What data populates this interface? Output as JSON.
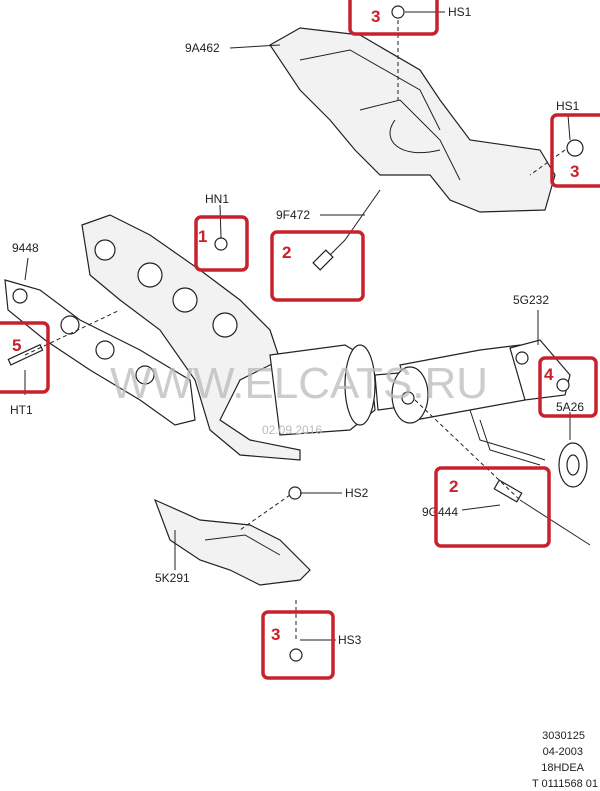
{
  "diagram": {
    "part_labels": {
      "hs1_top": "HS1",
      "heat_shield_upper": "9A462",
      "hs1_right": "HS1",
      "hn1": "HN1",
      "sensor_upper": "9F472",
      "gasket": "9448",
      "pipe_5g232": "5G232",
      "part_5a26": "5A26",
      "ht1": "HT1",
      "hs2": "HS2",
      "sensor_lower": "9G444",
      "heat_shield_lower": "5K291",
      "hs3": "HS3"
    },
    "callouts": {
      "hs1_top": "3",
      "hs1_right": "3",
      "hn1": "1",
      "sensor_upper": "2",
      "ht1": "5",
      "part_5a26": "4",
      "sensor_lower": "2",
      "hs3": "3"
    },
    "watermark": "WWW.ELCATS.RU",
    "watermark_date": "02.09.2016",
    "footer": {
      "line1": "3030125",
      "line2": "04-2003",
      "line3": "18HDEA",
      "line4": "T 0111568 01"
    },
    "colors": {
      "callout": "#c8212b",
      "line": "#222222"
    }
  }
}
